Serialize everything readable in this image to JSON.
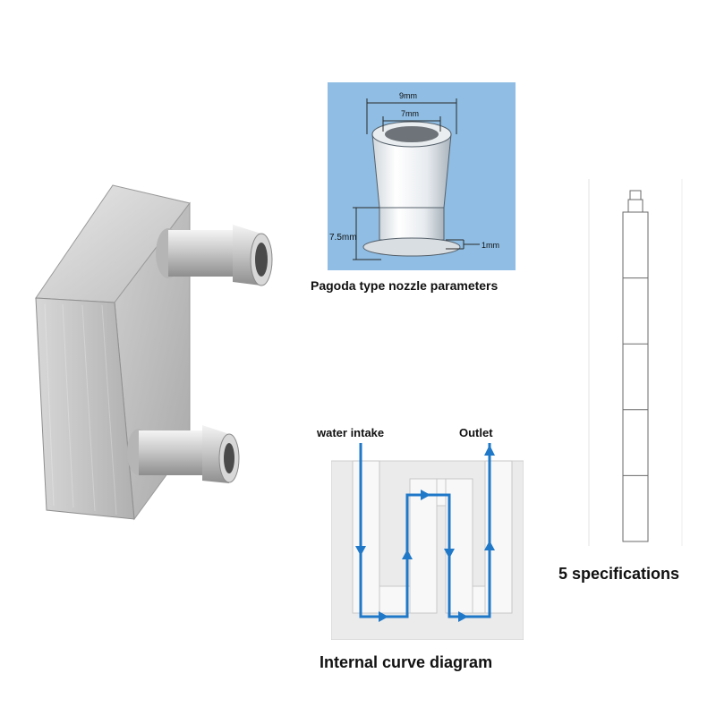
{
  "nozzle": {
    "caption": "Pagoda type nozzle parameters",
    "dim_outer": "9mm",
    "dim_inner": "7mm",
    "dim_height": "7.5mm",
    "dim_flange": "1mm",
    "panel_color": "#8fbde3"
  },
  "curve": {
    "caption": "Internal curve diagram",
    "intake_label": "water intake",
    "outlet_label": "Outlet",
    "flow_color": "#1f78c8"
  },
  "specs": {
    "caption": "5 specifications",
    "count": 5
  }
}
